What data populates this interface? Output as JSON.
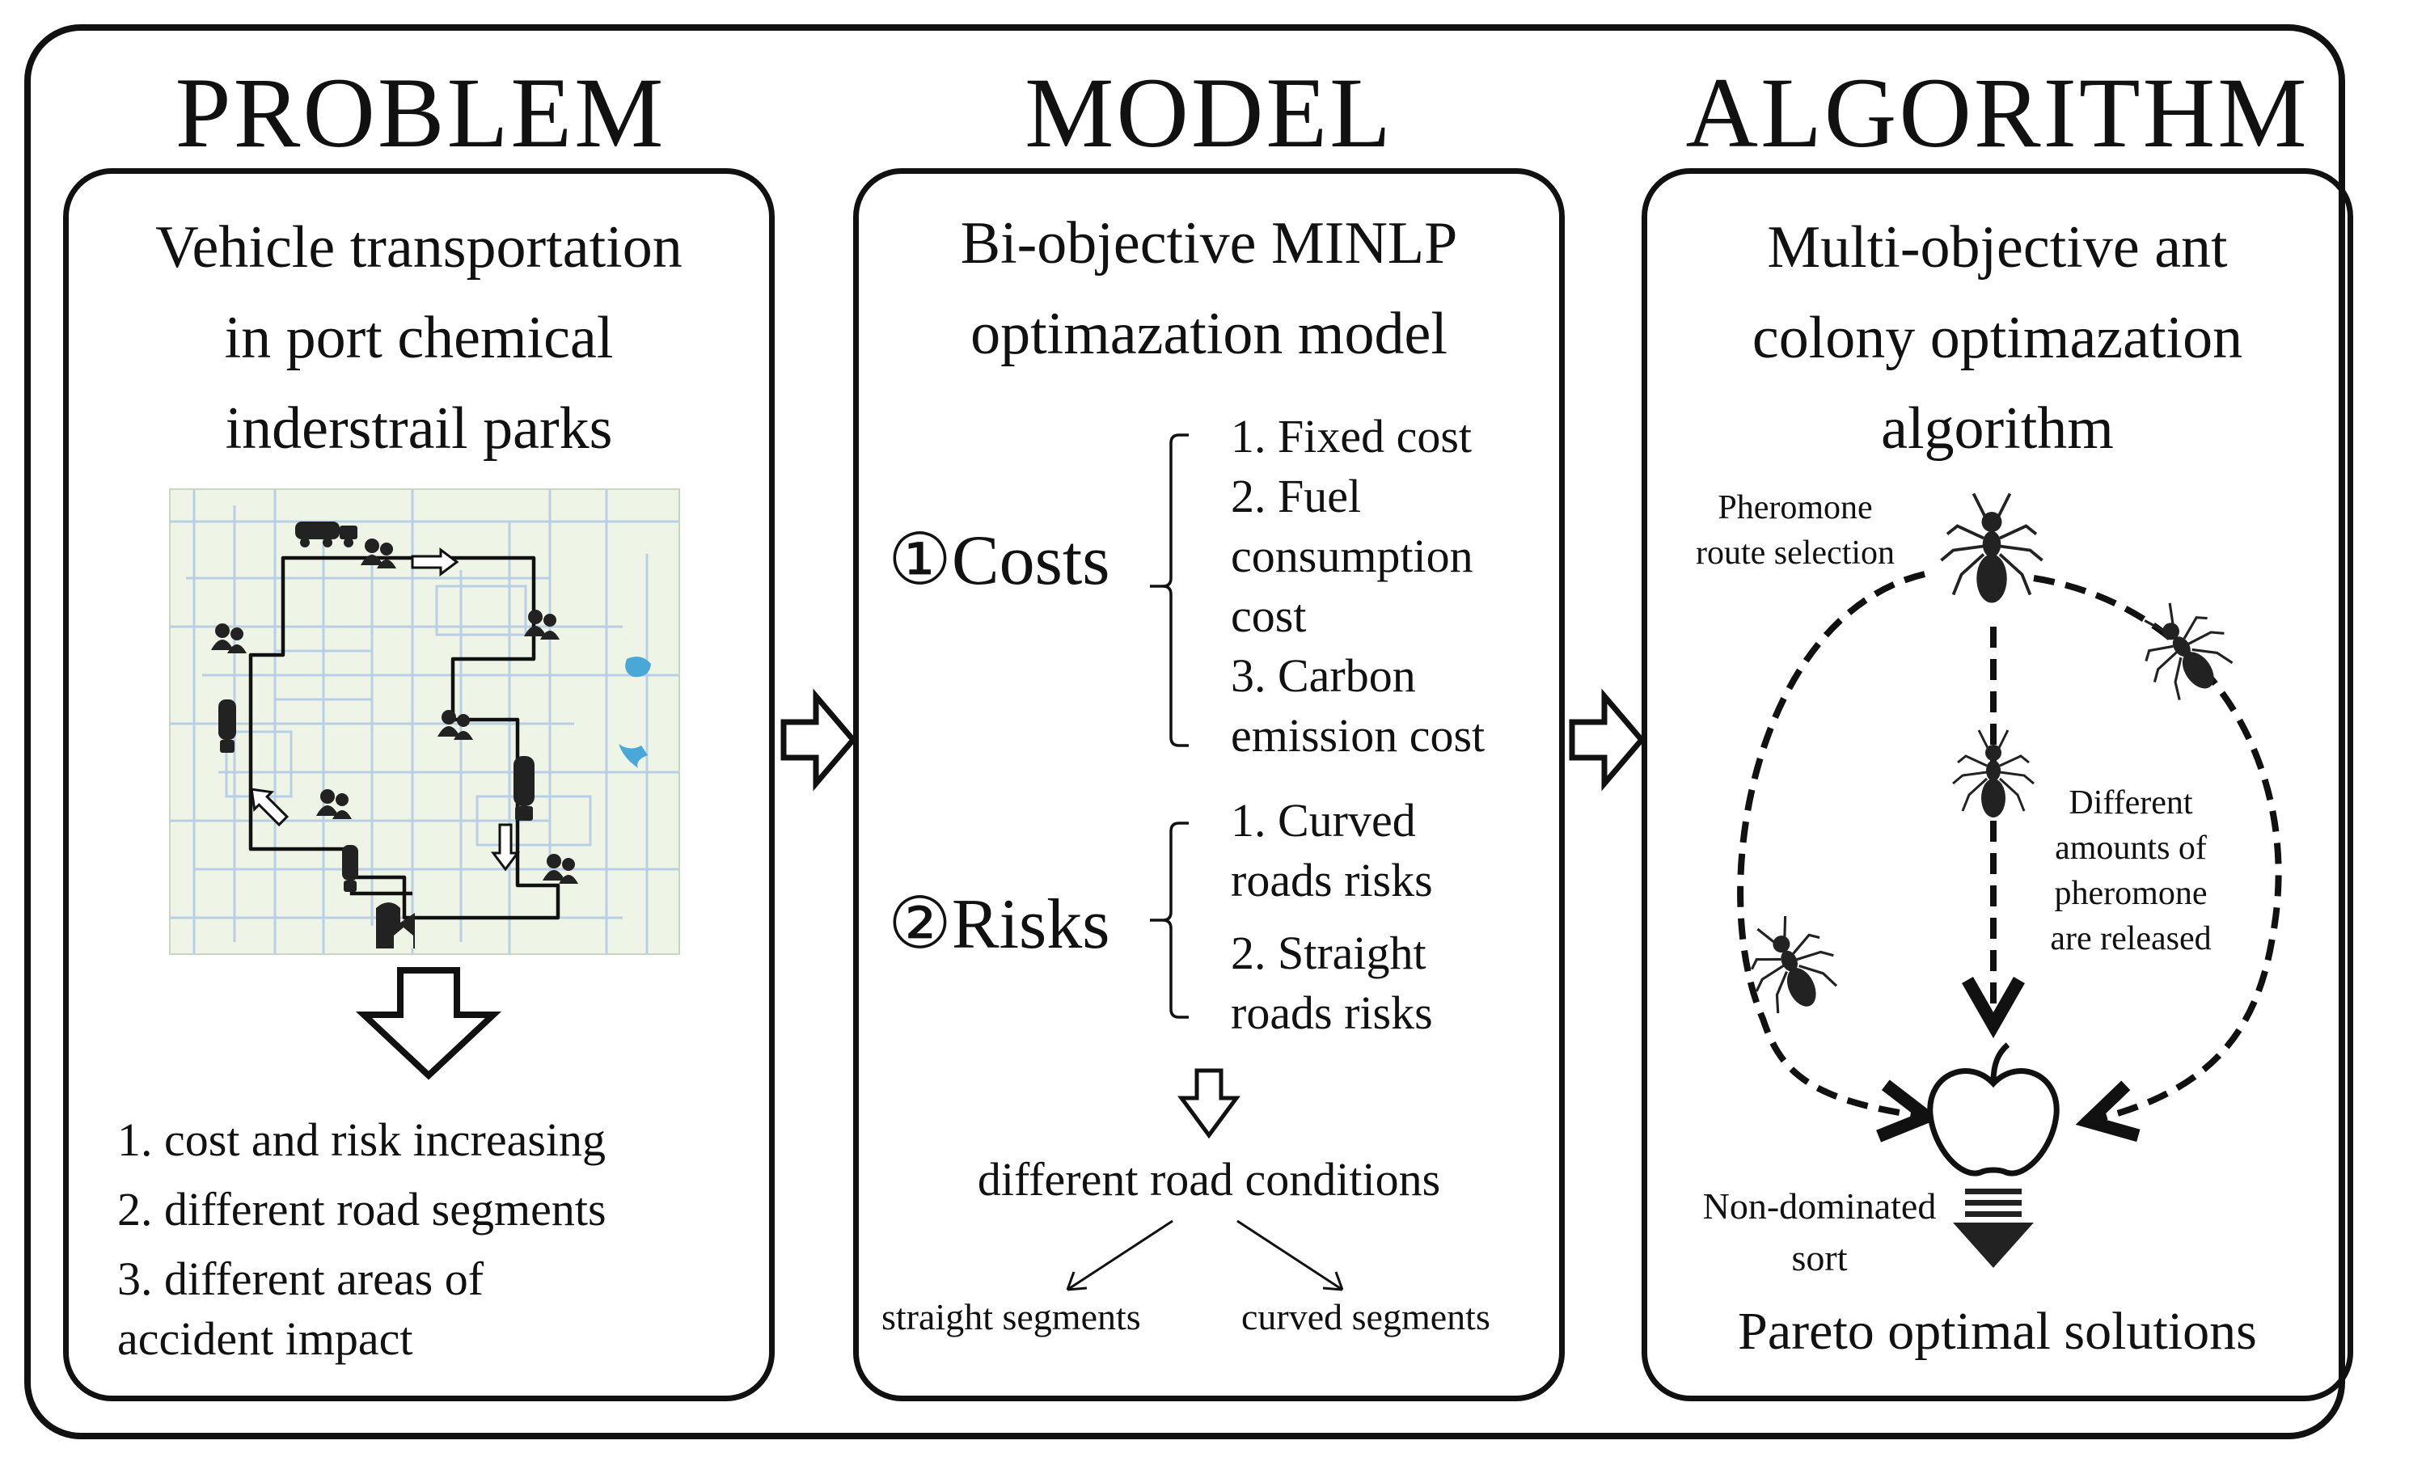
{
  "columns": {
    "problem": {
      "heading": "PROBLEM",
      "title_lines": [
        "Vehicle transportation",
        "in port chemical",
        "inderstrail parks"
      ],
      "results": [
        "1. cost and risk increasing",
        "2. different road segments",
        "3. different areas of",
        "accident impact"
      ]
    },
    "model": {
      "heading": "MODEL",
      "title_lines": [
        "Bi-objective MINLP",
        "optimazation model"
      ],
      "costs": {
        "label": "①Costs",
        "items": [
          "1. Fixed cost",
          "2. Fuel",
          "consumption",
          "cost",
          "3. Carbon",
          "emission cost"
        ]
      },
      "risks": {
        "label": "②Risks",
        "items": [
          "1. Curved",
          "roads risks",
          "2. Straight",
          "roads risks"
        ]
      },
      "conditions": "different road conditions",
      "segments": [
        "straight segments",
        "curved segments"
      ]
    },
    "algorithm": {
      "heading": "ALGORITHM",
      "title_lines": [
        "Multi-objective ant",
        "colony optimazation",
        "algorithm"
      ],
      "pheromone_lines": [
        "Pheromone",
        "route selection"
      ],
      "amounts_lines": [
        "Different",
        "amounts of",
        "pheromone",
        "are released"
      ],
      "sort_lines": [
        "Non-dominated",
        "sort"
      ],
      "result": "Pareto optimal solutions"
    }
  },
  "colors": {
    "ink": "#111111",
    "map_bg": "#eef5e6",
    "map_road": "#b9cfe6",
    "water": "#4aa8d8"
  },
  "icons": [
    "truck-icon",
    "people-icon",
    "tanker-icon",
    "factory-icon",
    "right-arrow-icon",
    "down-arrow-icon",
    "ant-icon",
    "apple-icon",
    "triangle-arrow-icon"
  ]
}
